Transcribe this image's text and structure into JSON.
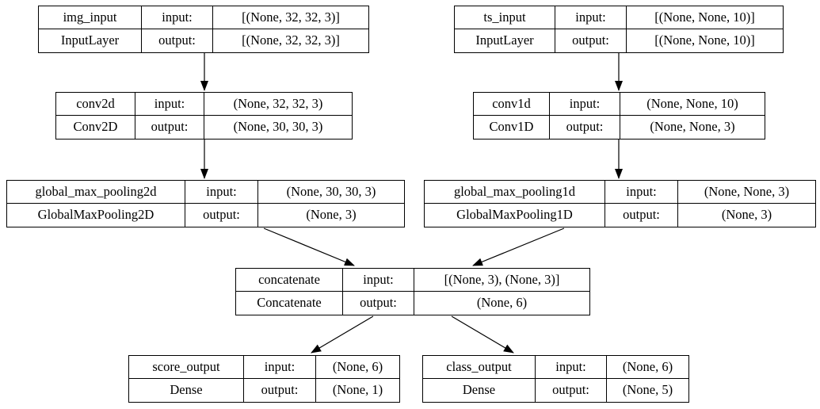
{
  "diagram": {
    "kind": "keras-model-architecture-graph",
    "background": "#ffffff",
    "border_color": "#000000",
    "text_color": "#000000",
    "field_labels": {
      "input": "input:",
      "output": "output:"
    },
    "nodes": [
      {
        "name": "img_input",
        "layer_type": "InputLayer",
        "input_shape": "[(None, 32, 32, 3)]",
        "output_shape": "[(None, 32, 32, 3)]"
      },
      {
        "name": "ts_input",
        "layer_type": "InputLayer",
        "input_shape": "[(None, None, 10)]",
        "output_shape": "[(None, None, 10)]"
      },
      {
        "name": "conv2d",
        "layer_type": "Conv2D",
        "input_shape": "(None, 32, 32, 3)",
        "output_shape": "(None, 30, 30, 3)"
      },
      {
        "name": "conv1d",
        "layer_type": "Conv1D",
        "input_shape": "(None, None, 10)",
        "output_shape": "(None, None, 3)"
      },
      {
        "name": "global_max_pooling2d",
        "layer_type": "GlobalMaxPooling2D",
        "input_shape": "(None, 30, 30, 3)",
        "output_shape": "(None, 3)"
      },
      {
        "name": "global_max_pooling1d",
        "layer_type": "GlobalMaxPooling1D",
        "input_shape": "(None, None, 3)",
        "output_shape": "(None, 3)"
      },
      {
        "name": "concatenate",
        "layer_type": "Concatenate",
        "input_shape": "[(None, 3), (None, 3)]",
        "output_shape": "(None, 6)"
      },
      {
        "name": "score_output",
        "layer_type": "Dense",
        "input_shape": "(None, 6)",
        "output_shape": "(None, 1)"
      },
      {
        "name": "class_output",
        "layer_type": "Dense",
        "input_shape": "(None, 6)",
        "output_shape": "(None, 5)"
      }
    ],
    "edges": [
      {
        "from": "img_input",
        "to": "conv2d"
      },
      {
        "from": "ts_input",
        "to": "conv1d"
      },
      {
        "from": "conv2d",
        "to": "global_max_pooling2d"
      },
      {
        "from": "conv1d",
        "to": "global_max_pooling1d"
      },
      {
        "from": "global_max_pooling2d",
        "to": "concatenate"
      },
      {
        "from": "global_max_pooling1d",
        "to": "concatenate"
      },
      {
        "from": "concatenate",
        "to": "score_output"
      },
      {
        "from": "concatenate",
        "to": "class_output"
      }
    ]
  }
}
